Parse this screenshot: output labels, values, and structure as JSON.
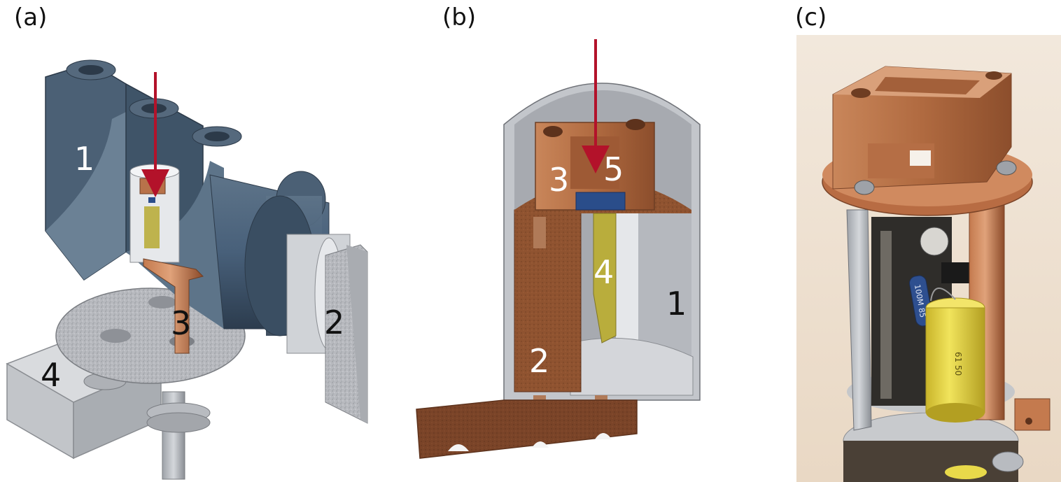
{
  "panels": {
    "a": {
      "label": "(a)",
      "callouts": {
        "c1": "1",
        "c2": "2",
        "c3": "3",
        "c4": "4"
      }
    },
    "b": {
      "label": "(b)",
      "callouts": {
        "c1": "1",
        "c2": "2",
        "c3": "3",
        "c4": "4",
        "c5": "5"
      }
    },
    "c": {
      "label": "(c)",
      "photo_text": {
        "resistor": "100M 85",
        "capacitor": "61 50"
      }
    }
  },
  "colors": {
    "chamber": "#4a5f73",
    "chamber_dark": "#2f3f50",
    "copper": "#b8724a",
    "copper_dark": "#8a4f30",
    "steel": "#c9cbd0",
    "steel_speckle": "#9a9da3",
    "crystal": "#b9ad3c",
    "sample": "#2a4d8a",
    "arrow": "#b3122a",
    "photo_bg": "#efe3d3",
    "capacitor": "#e8d94a"
  }
}
